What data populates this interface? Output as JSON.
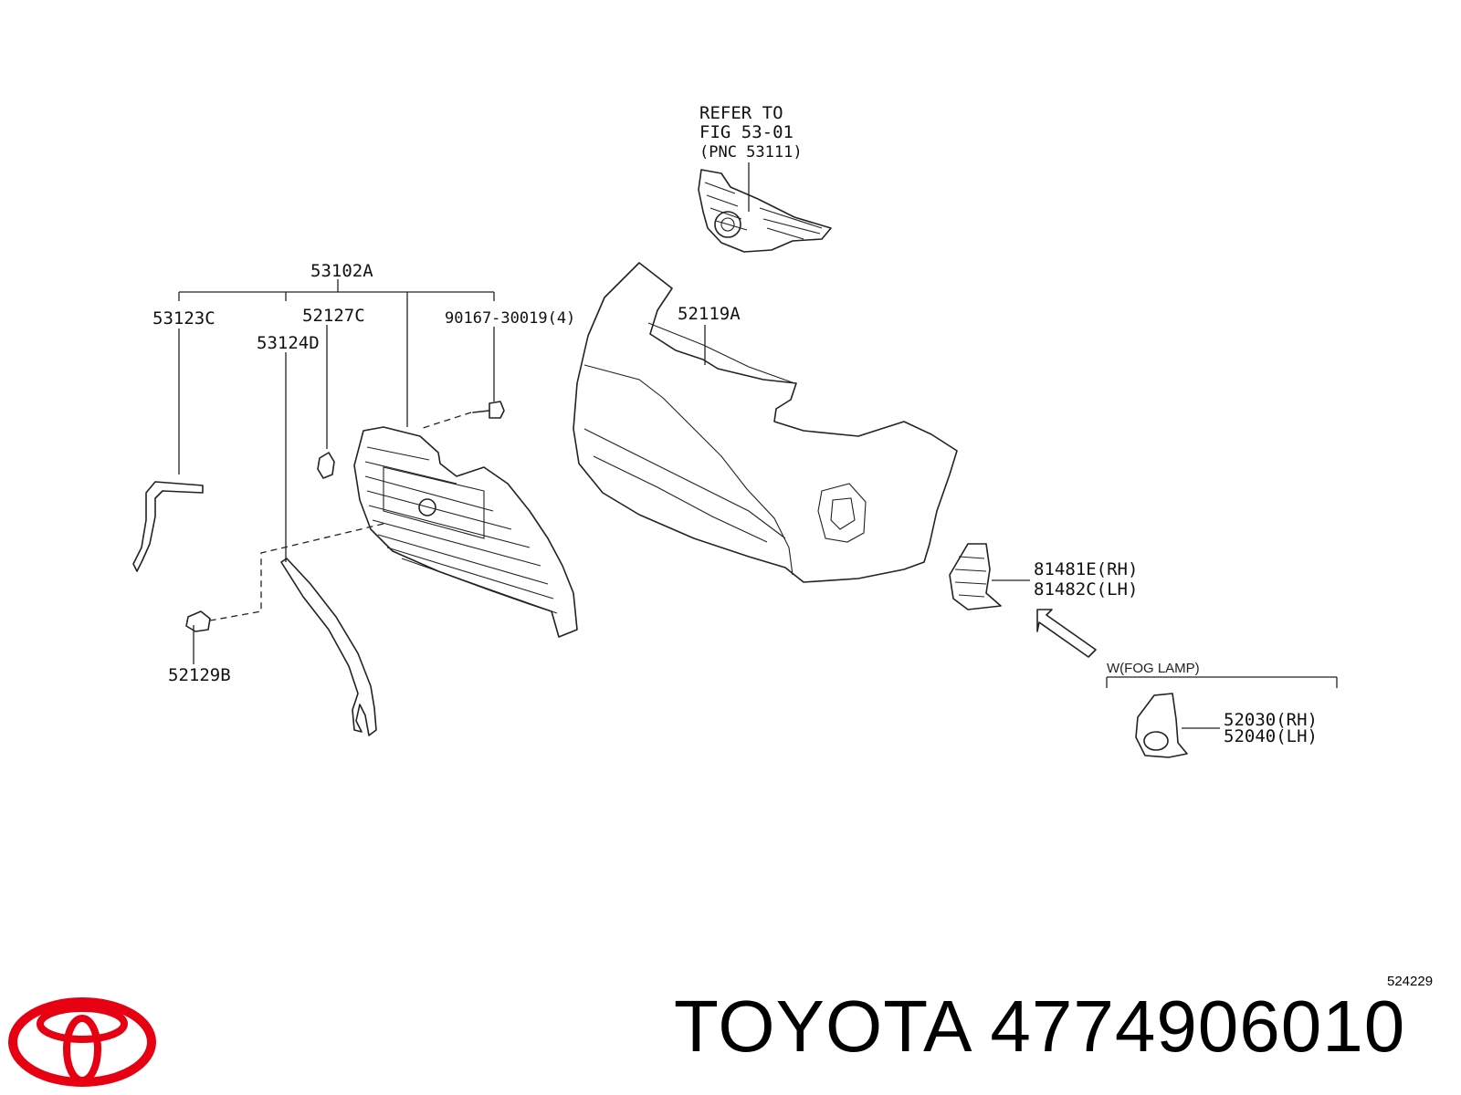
{
  "diagram": {
    "refer_note": [
      "REFER TO",
      "FIG 53-01",
      "(PNC 53111)"
    ],
    "callouts": {
      "grille_assembly": "53102A",
      "molding_upper": "53123C",
      "retainer": "52127C",
      "screw": "90167-30019(4)",
      "molding_lower": "53124D",
      "plug": "52129B",
      "bumper_retainer": "52119A",
      "fog_cover_rh": "81481E(RH)",
      "fog_cover_lh": "81482C(LH)",
      "fog_option": "W(FOG LAMP)",
      "fog_bezel_rh": "52030(RH)",
      "fog_bezel_lh": "52040(LH)"
    }
  },
  "footer": {
    "brand": "TOYOTA",
    "part_number": "4774906010",
    "figure_code": "524229"
  },
  "colors": {
    "logo_red": "#e60012",
    "line": "#222222"
  }
}
